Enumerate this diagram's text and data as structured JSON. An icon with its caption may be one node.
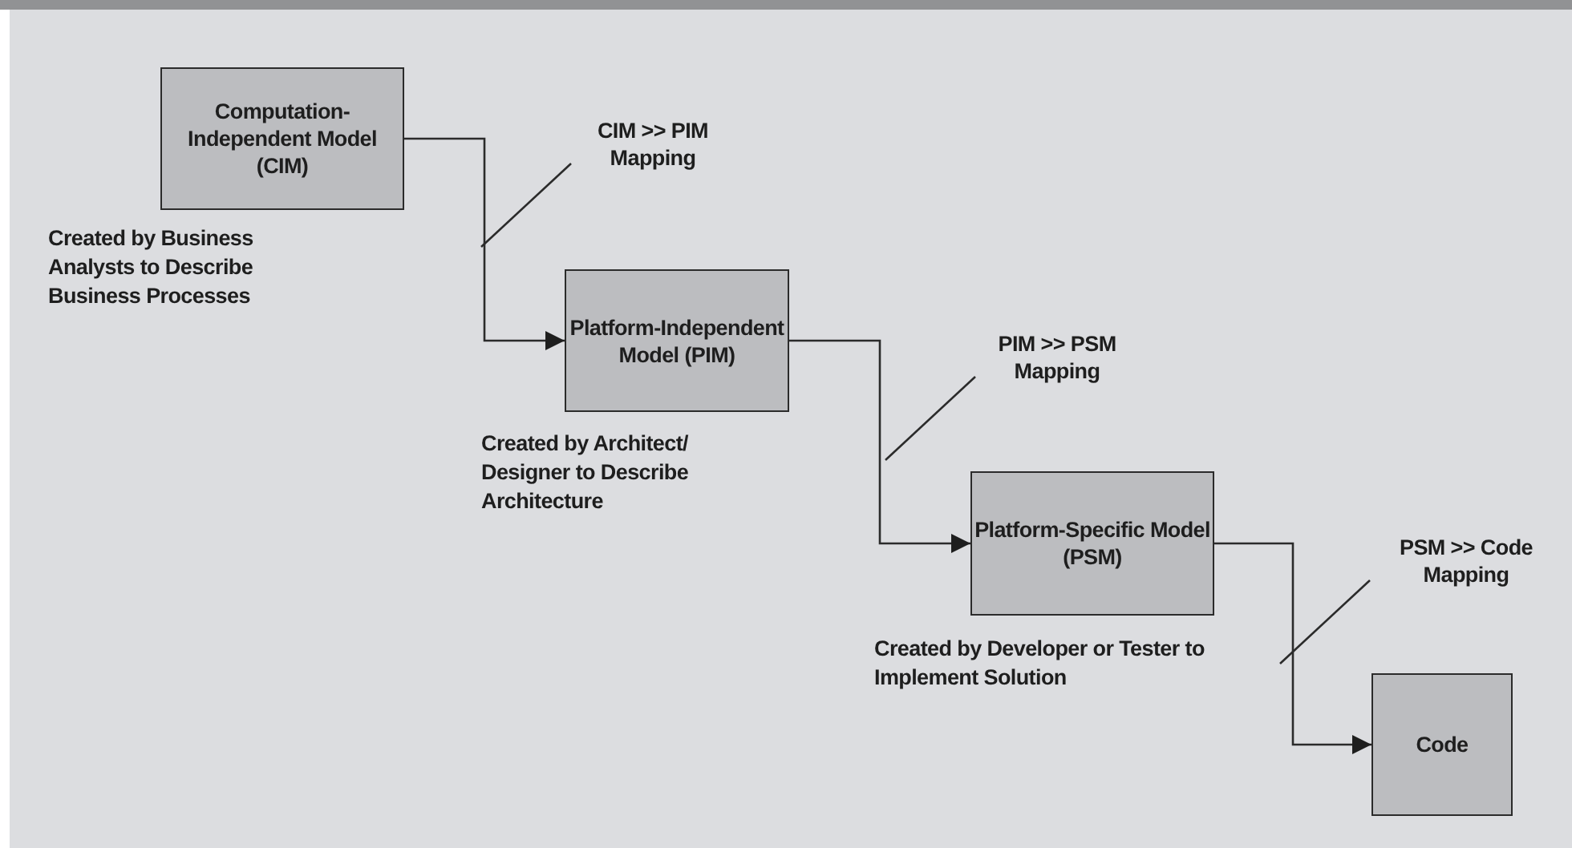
{
  "diagram": {
    "nodes": [
      {
        "text": [
          "Computation-Independent Model (CIM)"
        ],
        "beside": [
          "Created by Business Analysts to Describe Business Processes"
        ]
      },
      {
        "text": [
          "CIM >> PIM Mapping"
        ]
      },
      {
        "text": [
          "Platform-Independent Model (PIM)"
        ],
        "beside": [
          "Created by Architect/ Designer to Describe Architecture"
        ]
      },
      {
        "text": [
          "PIM >> PSM Mapping"
        ]
      },
      {
        "text": [
          "Platform-Specific Model (PSM)"
        ],
        "beside": [
          "Created by Developer or Tester to Implement Solution"
        ]
      },
      {
        "text": [
          "PSM >> Code Mapping"
        ]
      },
      {
        "text": [
          "Code"
        ]
      }
    ],
    "edges": [
      {
        "from": 0,
        "to": 2,
        "arrow": "to"
      },
      {
        "from": 2,
        "to": 4,
        "arrow": "to"
      },
      {
        "from": 4,
        "to": 6,
        "arrow": "to"
      },
      {
        "from": 1,
        "to": null,
        "arrow": "none"
      },
      {
        "from": 3,
        "to": null,
        "arrow": "none"
      },
      {
        "from": 5,
        "to": null,
        "arrow": "none"
      }
    ]
  }
}
